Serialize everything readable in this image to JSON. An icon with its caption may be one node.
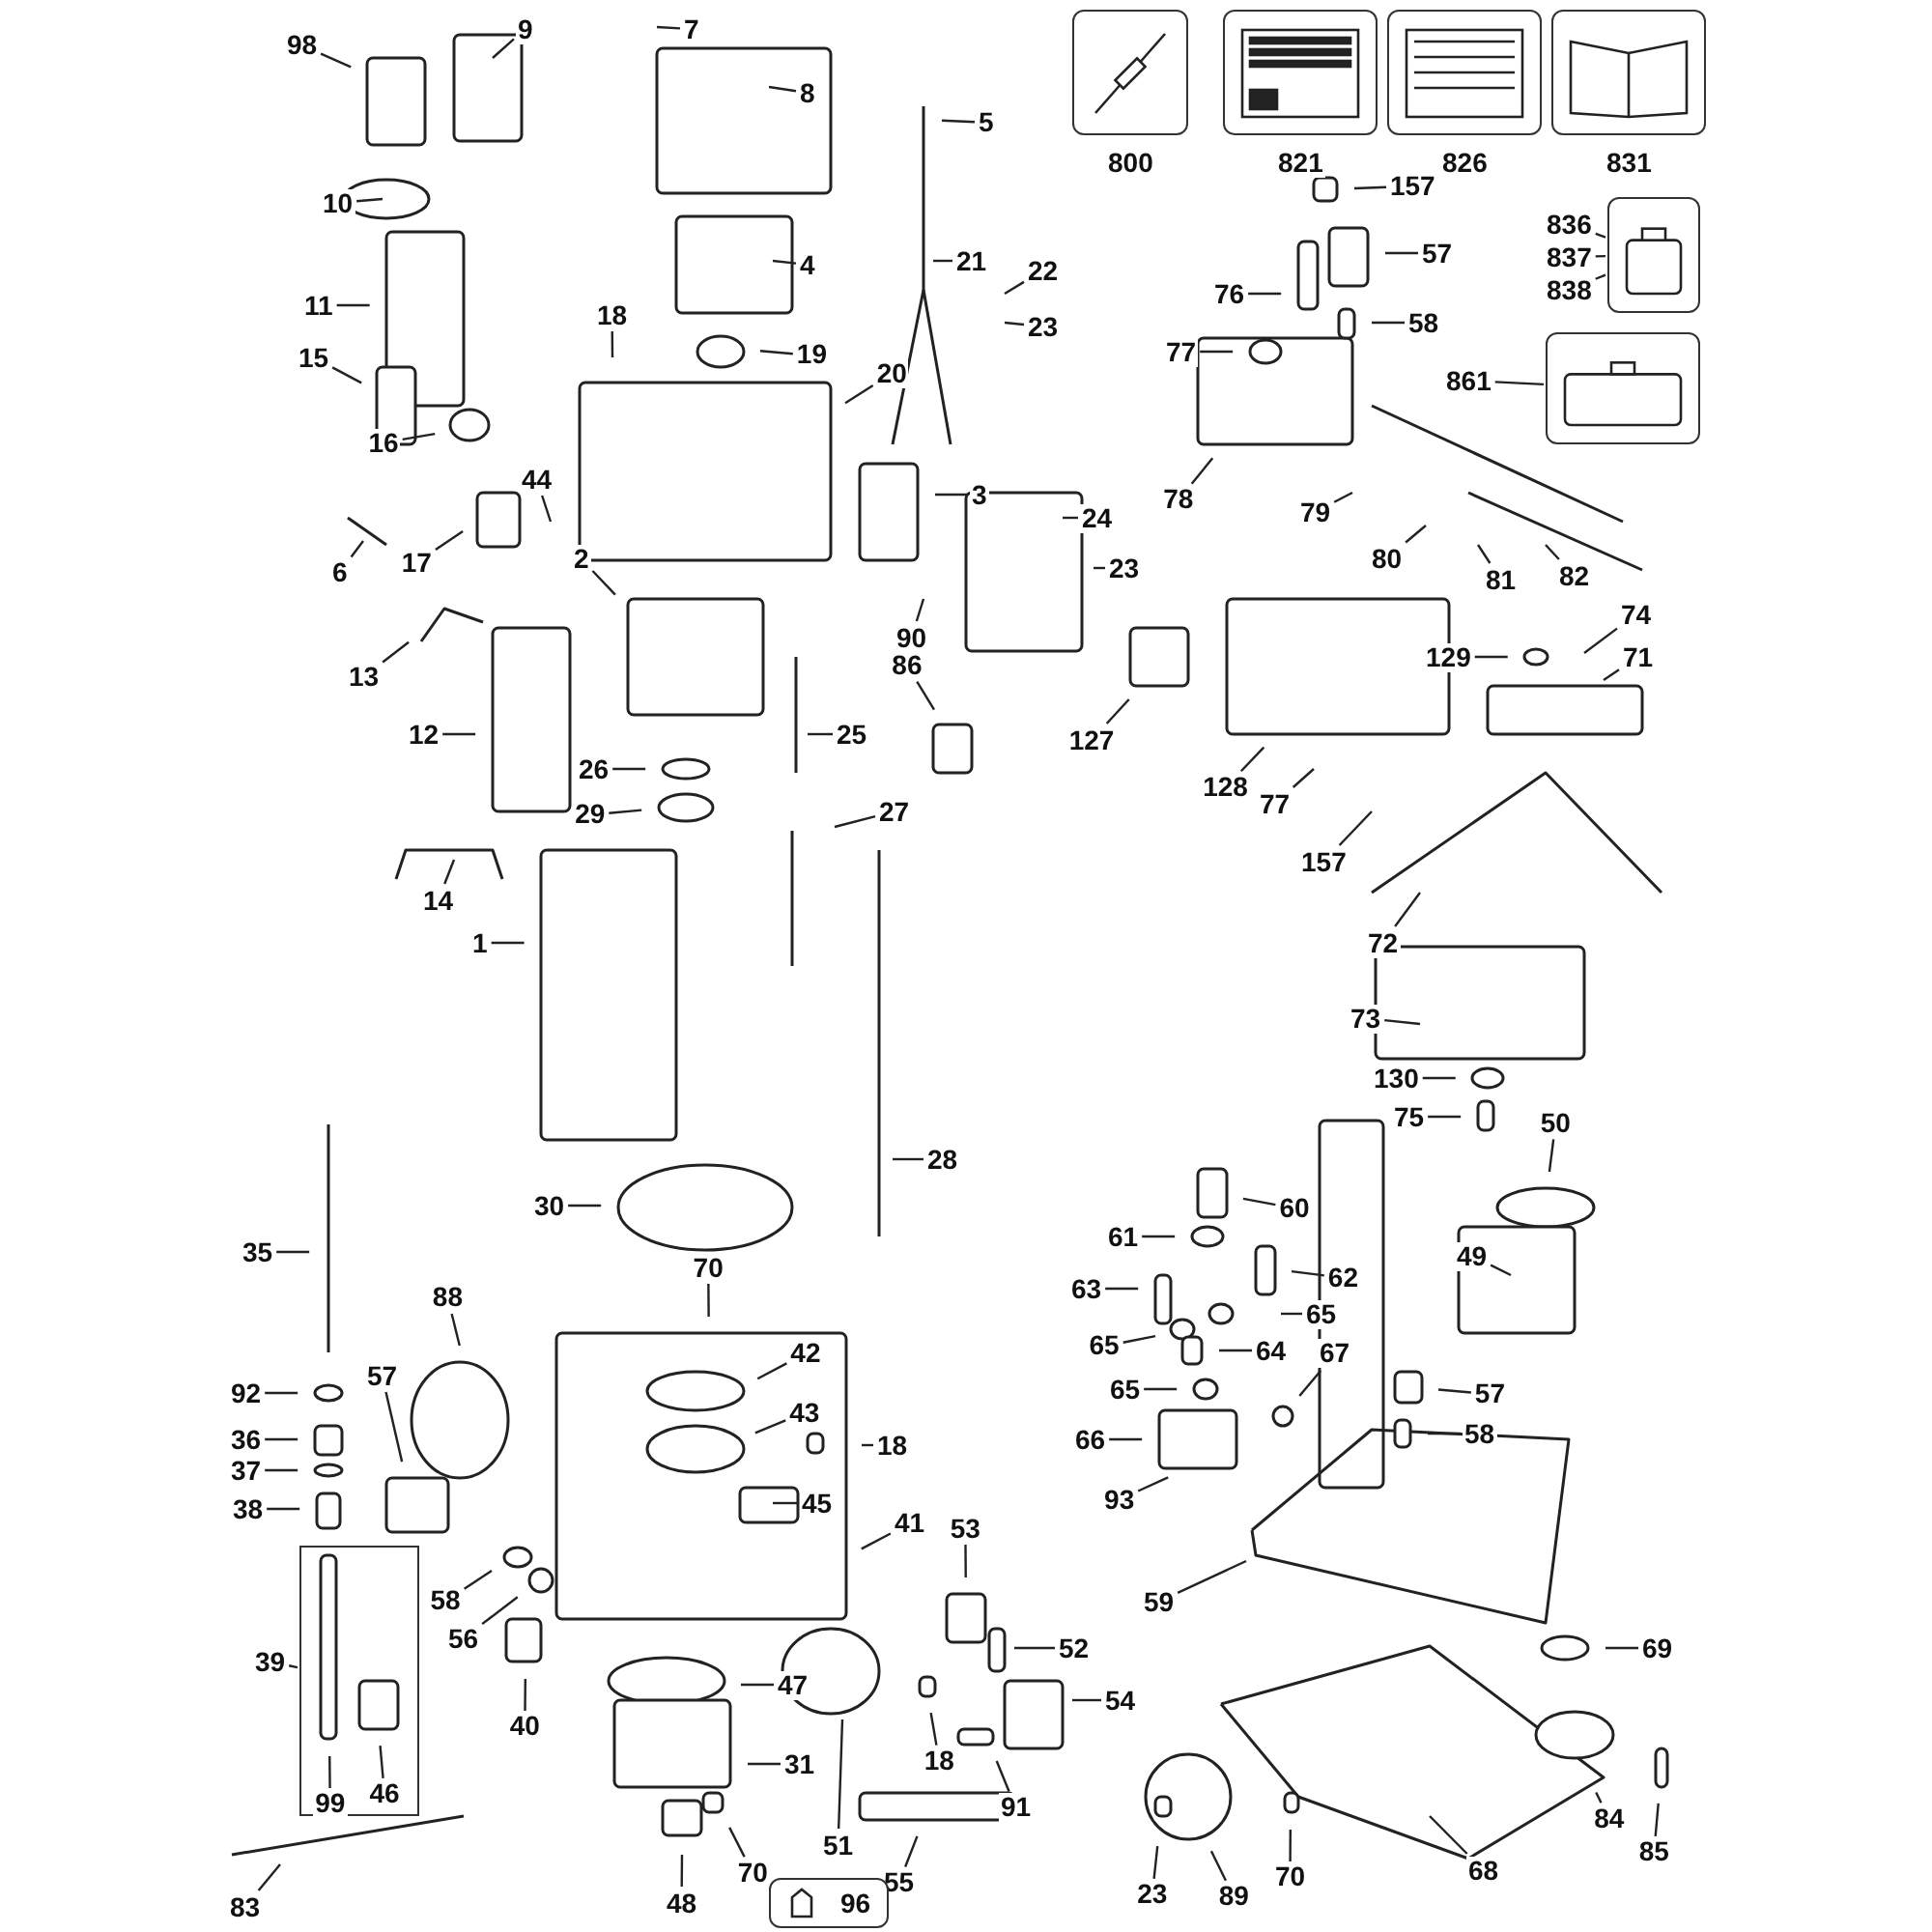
{
  "diagram": {
    "nodes": [
      {
        "text": [
          "98"
        ]
      },
      {
        "text": [
          "9"
        ]
      },
      {
        "text": [
          "7"
        ]
      },
      {
        "text": [
          "800"
        ]
      },
      {
        "text": [
          "821"
        ]
      },
      {
        "text": [
          "826"
        ]
      },
      {
        "text": [
          "831"
        ]
      },
      {
        "text": [
          "8"
        ]
      },
      {
        "text": [
          "5"
        ]
      },
      {
        "text": [
          "157"
        ]
      },
      {
        "text": [
          "10"
        ]
      },
      {
        "text": [],
        "shape": "picture"
      },
      {
        "text": [
          "836"
        ]
      },
      {
        "text": [
          "837"
        ]
      },
      {
        "text": [
          "838"
        ]
      },
      {
        "text": [
          "57"
        ]
      },
      {
        "text": [
          "76"
        ]
      },
      {
        "text": [
          "4"
        ]
      },
      {
        "text": [
          "21"
        ]
      },
      {
        "text": [
          "22"
        ]
      },
      {
        "text": [
          "11"
        ]
      },
      {
        "text": [
          "18"
        ]
      },
      {
        "text": [
          "58"
        ]
      },
      {
        "text": [
          "23"
        ]
      },
      {
        "text": [
          "19"
        ]
      },
      {
        "text": [
          "77"
        ]
      },
      {
        "text": [
          "861"
        ]
      },
      {
        "text": [],
        "shape": "picture"
      },
      {
        "text": [
          "15"
        ]
      },
      {
        "text": [
          "20"
        ]
      },
      {
        "text": [
          "16"
        ]
      },
      {
        "text": [
          "78"
        ]
      },
      {
        "text": [
          "44"
        ]
      },
      {
        "text": [
          "3"
        ]
      },
      {
        "text": [
          "79"
        ]
      },
      {
        "text": [
          "24"
        ]
      },
      {
        "text": [
          "17"
        ]
      },
      {
        "text": [
          "80"
        ]
      },
      {
        "text": [
          "6"
        ]
      },
      {
        "text": [
          "23"
        ]
      },
      {
        "text": [
          "81"
        ]
      },
      {
        "text": [
          "82"
        ]
      },
      {
        "text": [
          "2"
        ]
      },
      {
        "text": [
          "74"
        ]
      },
      {
        "text": [
          "90"
        ]
      },
      {
        "text": [
          "129"
        ]
      },
      {
        "text": [
          "71"
        ]
      },
      {
        "text": [
          "13"
        ]
      },
      {
        "text": [
          "86"
        ]
      },
      {
        "text": [
          "127"
        ]
      },
      {
        "text": [
          "12"
        ]
      },
      {
        "text": [
          "25"
        ]
      },
      {
        "text": [
          "128"
        ]
      },
      {
        "text": [
          "26"
        ]
      },
      {
        "text": [
          "77"
        ]
      },
      {
        "text": [
          "29"
        ]
      },
      {
        "text": [
          "27"
        ]
      },
      {
        "text": [
          "157"
        ]
      },
      {
        "text": [
          "14"
        ]
      },
      {
        "text": [
          "1"
        ]
      },
      {
        "text": [
          "72"
        ]
      },
      {
        "text": [
          "73"
        ]
      },
      {
        "text": [
          "130"
        ]
      },
      {
        "text": [
          "75"
        ]
      },
      {
        "text": [
          "50"
        ]
      },
      {
        "text": [
          "28"
        ]
      },
      {
        "text": [
          "60"
        ]
      },
      {
        "text": [
          "30"
        ]
      },
      {
        "text": [
          "61"
        ]
      },
      {
        "text": [
          "35"
        ]
      },
      {
        "text": [
          "49"
        ]
      },
      {
        "text": [
          "62"
        ]
      },
      {
        "text": [
          "63"
        ]
      },
      {
        "text": [
          "70"
        ]
      },
      {
        "text": [
          "65"
        ]
      },
      {
        "text": [
          "88"
        ]
      },
      {
        "text": [
          "65"
        ]
      },
      {
        "text": [
          "64"
        ]
      },
      {
        "text": [
          "42"
        ]
      },
      {
        "text": [
          "67"
        ]
      },
      {
        "text": [
          "57"
        ]
      },
      {
        "text": [
          "65"
        ]
      },
      {
        "text": [
          "57"
        ]
      },
      {
        "text": [
          "92"
        ]
      },
      {
        "text": [
          "43"
        ]
      },
      {
        "text": [
          "58"
        ]
      },
      {
        "text": [
          "36"
        ]
      },
      {
        "text": [
          "66"
        ]
      },
      {
        "text": [
          "18"
        ]
      },
      {
        "text": [
          "37"
        ]
      },
      {
        "text": [
          "93"
        ]
      },
      {
        "text": [
          "45"
        ]
      },
      {
        "text": [
          "38"
        ]
      },
      {
        "text": [
          "41"
        ]
      },
      {
        "text": [
          "53"
        ]
      },
      {
        "text": [
          "58"
        ]
      },
      {
        "text": [
          "59"
        ]
      },
      {
        "text": [
          "56"
        ]
      },
      {
        "text": [
          "52"
        ]
      },
      {
        "text": [
          "69"
        ]
      },
      {
        "text": [
          "39"
        ]
      },
      {
        "text": [],
        "shape": "box"
      },
      {
        "text": [
          "99"
        ],
        "in": 101
      },
      {
        "text": [
          "46"
        ],
        "in": 101
      },
      {
        "text": [
          "40"
        ]
      },
      {
        "text": [
          "47"
        ]
      },
      {
        "text": [
          "54"
        ]
      },
      {
        "text": [
          "18"
        ]
      },
      {
        "text": [
          "91"
        ]
      },
      {
        "text": [
          "31"
        ]
      },
      {
        "text": [
          "84"
        ]
      },
      {
        "text": [
          "85"
        ]
      },
      {
        "text": [
          "51"
        ]
      },
      {
        "text": [
          "55"
        ]
      },
      {
        "text": [
          "70"
        ]
      },
      {
        "text": [
          "23"
        ]
      },
      {
        "text": [
          "70"
        ]
      },
      {
        "text": [
          "89"
        ]
      },
      {
        "text": [
          "68"
        ]
      },
      {
        "text": [
          "83"
        ]
      },
      {
        "text": [
          "48"
        ]
      },
      {
        "text": [
          "96"
        ]
      }
    ],
    "edges": [
      {
        "from": 0,
        "to": null,
        "arrow": "none"
      },
      {
        "from": 1,
        "to": null,
        "arrow": "none"
      },
      {
        "from": 2,
        "to": null,
        "arrow": "none"
      },
      {
        "from": 7,
        "to": null,
        "arrow": "none"
      },
      {
        "from": 8,
        "to": null,
        "arrow": "none"
      },
      {
        "from": 9,
        "to": null,
        "arrow": "none"
      },
      {
        "from": 10,
        "to": null,
        "arrow": "none"
      },
      {
        "from": 12,
        "to": 11,
        "arrow": "none"
      },
      {
        "from": 13,
        "to": 11,
        "arrow": "none"
      },
      {
        "from": 14,
        "to": 11,
        "arrow": "none"
      },
      {
        "from": 15,
        "to": null,
        "arrow": "none"
      },
      {
        "from": 16,
        "to": null,
        "arrow": "none"
      },
      {
        "from": 17,
        "to": null,
        "arrow": "none"
      },
      {
        "from": 18,
        "to": null,
        "arrow": "none"
      },
      {
        "from": 19,
        "to": null,
        "arrow": "none"
      },
      {
        "from": 20,
        "to": null,
        "arrow": "none"
      },
      {
        "from": 21,
        "to": null,
        "arrow": "none"
      },
      {
        "from": 22,
        "to": null,
        "arrow": "none"
      },
      {
        "from": 23,
        "to": null,
        "arrow": "none"
      },
      {
        "from": 24,
        "to": null,
        "arrow": "none"
      },
      {
        "from": 25,
        "to": null,
        "arrow": "none"
      },
      {
        "from": 26,
        "to": 27,
        "arrow": "none"
      },
      {
        "from": 28,
        "to": null,
        "arrow": "none"
      },
      {
        "from": 29,
        "to": null,
        "arrow": "none"
      },
      {
        "from": 30,
        "to": null,
        "arrow": "none"
      },
      {
        "from": 31,
        "to": null,
        "arrow": "none"
      },
      {
        "from": 32,
        "to": null,
        "arrow": "none"
      },
      {
        "from": 33,
        "to": null,
        "arrow": "none"
      },
      {
        "from": 34,
        "to": null,
        "arrow": "none"
      },
      {
        "from": 35,
        "to": null,
        "arrow": "none"
      },
      {
        "from": 36,
        "to": null,
        "arrow": "none"
      },
      {
        "from": 37,
        "to": null,
        "arrow": "none"
      },
      {
        "from": 38,
        "to": null,
        "arrow": "none"
      },
      {
        "from": 39,
        "to": null,
        "arrow": "none"
      },
      {
        "from": 40,
        "to": null,
        "arrow": "none"
      },
      {
        "from": 41,
        "to": null,
        "arrow": "none"
      },
      {
        "from": 42,
        "to": null,
        "arrow": "none"
      },
      {
        "from": 43,
        "to": null,
        "arrow": "none"
      },
      {
        "from": 44,
        "to": null,
        "arrow": "none"
      },
      {
        "from": 45,
        "to": null,
        "arrow": "none"
      },
      {
        "from": 46,
        "to": null,
        "arrow": "none"
      },
      {
        "from": 47,
        "to": null,
        "arrow": "none"
      },
      {
        "from": 48,
        "to": null,
        "arrow": "none"
      },
      {
        "from": 49,
        "to": null,
        "arrow": "none"
      },
      {
        "from": 50,
        "to": null,
        "arrow": "none"
      },
      {
        "from": 51,
        "to": null,
        "arrow": "none"
      },
      {
        "from": 52,
        "to": null,
        "arrow": "none"
      },
      {
        "from": 53,
        "to": null,
        "arrow": "none"
      },
      {
        "from": 54,
        "to": null,
        "arrow": "none"
      },
      {
        "from": 55,
        "to": null,
        "arrow": "none"
      },
      {
        "from": 56,
        "to": null,
        "arrow": "none"
      },
      {
        "from": 57,
        "to": null,
        "arrow": "none"
      },
      {
        "from": 58,
        "to": null,
        "arrow": "none"
      },
      {
        "from": 59,
        "to": null,
        "arrow": "none"
      },
      {
        "from": 60,
        "to": null,
        "arrow": "none"
      },
      {
        "from": 61,
        "to": null,
        "arrow": "none"
      },
      {
        "from": 62,
        "to": null,
        "arrow": "none"
      },
      {
        "from": 63,
        "to": null,
        "arrow": "none"
      },
      {
        "from": 64,
        "to": null,
        "arrow": "none"
      },
      {
        "from": 65,
        "to": null,
        "arrow": "none"
      },
      {
        "from": 66,
        "to": null,
        "arrow": "none"
      },
      {
        "from": 67,
        "to": null,
        "arrow": "none"
      },
      {
        "from": 68,
        "to": null,
        "arrow": "none"
      },
      {
        "from": 69,
        "to": null,
        "arrow": "none"
      },
      {
        "from": 70,
        "to": null,
        "arrow": "none"
      },
      {
        "from": 71,
        "to": null,
        "arrow": "none"
      },
      {
        "from": 72,
        "to": null,
        "arrow": "none"
      },
      {
        "from": 73,
        "to": null,
        "arrow": "none"
      },
      {
        "from": 74,
        "to": null,
        "arrow": "none"
      },
      {
        "from": 75,
        "to": null,
        "arrow": "none"
      },
      {
        "from": 76,
        "to": null,
        "arrow": "none"
      },
      {
        "from": 77,
        "to": null,
        "arrow": "none"
      },
      {
        "from": 78,
        "to": null,
        "arrow": "none"
      },
      {
        "from": 79,
        "to": null,
        "arrow": "none"
      },
      {
        "from": 80,
        "to": null,
        "arrow": "none"
      },
      {
        "from": 81,
        "to": null,
        "arrow": "none"
      },
      {
        "from": 82,
        "to": null,
        "arrow": "none"
      },
      {
        "from": 83,
        "to": null,
        "arrow": "none"
      },
      {
        "from": 84,
        "to": null,
        "arrow": "none"
      },
      {
        "from": 85,
        "to": null,
        "arrow": "none"
      },
      {
        "from": 86,
        "to": null,
        "arrow": "none"
      },
      {
        "from": 87,
        "to": null,
        "arrow": "none"
      },
      {
        "from": 88,
        "to": null,
        "arrow": "none"
      },
      {
        "from": 89,
        "to": null,
        "arrow": "none"
      },
      {
        "from": 90,
        "to": null,
        "arrow": "none"
      },
      {
        "from": 91,
        "to": null,
        "arrow": "none"
      },
      {
        "from": 92,
        "to": null,
        "arrow": "none"
      },
      {
        "from": 93,
        "to": null,
        "arrow": "none"
      },
      {
        "from": 94,
        "to": null,
        "arrow": "none"
      },
      {
        "from": 95,
        "to": null,
        "arrow": "none"
      },
      {
        "from": 96,
        "to": null,
        "arrow": "none"
      },
      {
        "from": 97,
        "to": null,
        "arrow": "none"
      },
      {
        "from": 98,
        "to": null,
        "arrow": "none"
      },
      {
        "from": 99,
        "to": null,
        "arrow": "none"
      },
      {
        "from": 100,
        "to": 101,
        "arrow": "none"
      },
      {
        "from": 102,
        "to": null,
        "arrow": "none"
      },
      {
        "from": 103,
        "to": null,
        "arrow": "none"
      },
      {
        "from": 104,
        "to": null,
        "arrow": "none"
      },
      {
        "from": 105,
        "to": null,
        "arrow": "none"
      },
      {
        "from": 106,
        "to": null,
        "arrow": "none"
      },
      {
        "from": 107,
        "to": null,
        "arrow": "none"
      },
      {
        "from": 108,
        "to": null,
        "arrow": "none"
      },
      {
        "from": 109,
        "to": null,
        "arrow": "none"
      },
      {
        "from": 110,
        "to": null,
        "arrow": "none"
      },
      {
        "from": 111,
        "to": null,
        "arrow": "none"
      },
      {
        "from": 112,
        "to": null,
        "arrow": "none"
      },
      {
        "from": 113,
        "to": null,
        "arrow": "none"
      },
      {
        "from": 114,
        "to": null,
        "arrow": "none"
      },
      {
        "from": 115,
        "to": null,
        "arrow": "none"
      },
      {
        "from": 116,
        "to": null,
        "arrow": "none"
      },
      {
        "from": 117,
        "to": null,
        "arrow": "none"
      },
      {
        "from": 118,
        "to": null,
        "arrow": "none"
      },
      {
        "from": 119,
        "to": null,
        "arrow": "none"
      },
      {
        "from": 120,
        "to": null,
        "arrow": "none"
      }
    ]
  }
}
